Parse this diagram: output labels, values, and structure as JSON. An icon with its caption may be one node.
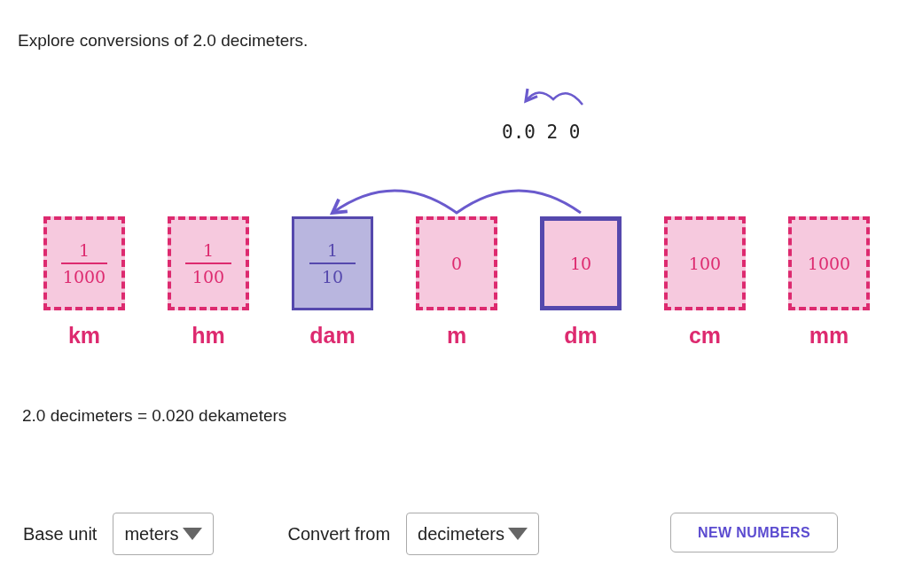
{
  "diagram": {
    "title": "Explore conversions of 2.0 decimeters.",
    "nodes": [
      {
        "text": [
          "1",
          "1000"
        ],
        "beside": [
          "km"
        ]
      },
      {
        "text": [
          "1",
          "100"
        ],
        "beside": [
          "hm"
        ]
      },
      {
        "text": [
          "1",
          "10"
        ],
        "beside": [
          "dam"
        ]
      },
      {
        "text": [
          "0"
        ],
        "beside": [
          "m"
        ]
      },
      {
        "text": [
          "10"
        ],
        "beside": [
          "dm"
        ]
      },
      {
        "text": [
          "100"
        ],
        "beside": [
          "cm"
        ]
      },
      {
        "text": [
          "1000"
        ],
        "beside": [
          "mm"
        ]
      }
    ],
    "edges": [
      {
        "from": 4,
        "to": 2,
        "arrow": "to",
        "color": "#6a5acd"
      }
    ],
    "labels": [
      "0.0 2 0",
      "2.0 decimeters = 0.020 dekameters",
      "Base unit",
      "meters",
      "Convert from",
      "decimeters",
      "NEW NUMBERS"
    ]
  }
}
